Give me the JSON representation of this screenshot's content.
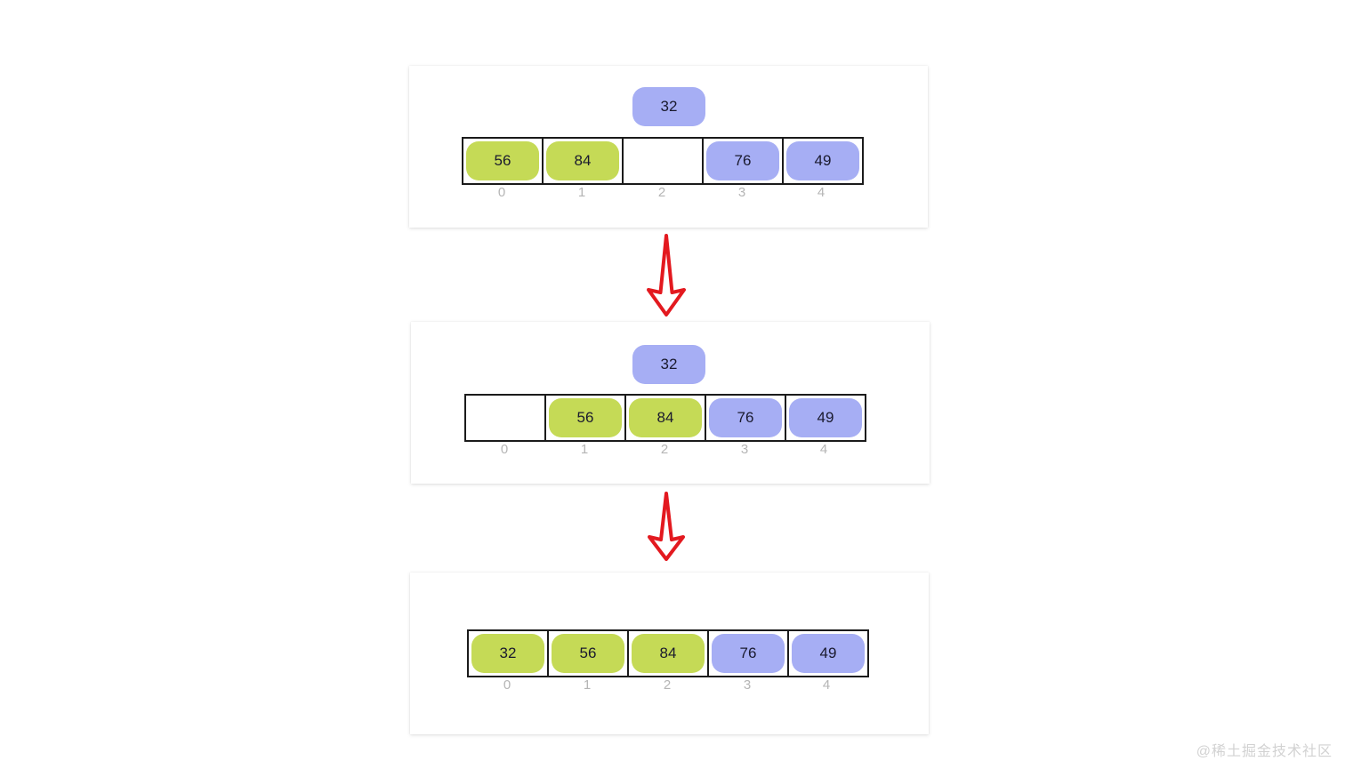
{
  "colors": {
    "green": "#c5da56",
    "blue": "#a6aef4",
    "cell_border": "#1b1b1b",
    "index_label": "#b5b5b5",
    "arrow": "#e3191f",
    "panel_background": "#ffffff",
    "page_background": "#ffffff",
    "value_text": "#1a1a2e",
    "watermark": "#d2d2d2"
  },
  "diagram": {
    "type": "insertion-sort-steps",
    "index_labels": [
      "0",
      "1",
      "2",
      "3",
      "4"
    ],
    "steps": [
      {
        "name": "step-1",
        "held_value": "32",
        "held_color": "blue",
        "cells": [
          {
            "value": "56",
            "color": "green",
            "empty": false
          },
          {
            "value": "84",
            "color": "green",
            "empty": false
          },
          {
            "value": "",
            "color": "none",
            "empty": true
          },
          {
            "value": "76",
            "color": "blue",
            "empty": false
          },
          {
            "value": "49",
            "color": "blue",
            "empty": false
          }
        ]
      },
      {
        "name": "step-2",
        "held_value": "32",
        "held_color": "blue",
        "cells": [
          {
            "value": "",
            "color": "none",
            "empty": true
          },
          {
            "value": "56",
            "color": "green",
            "empty": false
          },
          {
            "value": "84",
            "color": "green",
            "empty": false
          },
          {
            "value": "76",
            "color": "blue",
            "empty": false
          },
          {
            "value": "49",
            "color": "blue",
            "empty": false
          }
        ]
      },
      {
        "name": "step-3",
        "held_value": null,
        "held_color": null,
        "cells": [
          {
            "value": "32",
            "color": "green",
            "empty": false
          },
          {
            "value": "56",
            "color": "green",
            "empty": false
          },
          {
            "value": "84",
            "color": "green",
            "empty": false
          },
          {
            "value": "76",
            "color": "blue",
            "empty": false
          },
          {
            "value": "49",
            "color": "blue",
            "empty": false
          }
        ]
      }
    ],
    "arrows": [
      {
        "name": "arrow-step-1-to-2",
        "direction": "down",
        "style": "hollow-outline",
        "length": 95
      },
      {
        "name": "arrow-step-2-to-3",
        "direction": "down",
        "style": "hollow-outline",
        "length": 80
      }
    ]
  },
  "watermark": {
    "text": "@稀土掘金技术社区"
  }
}
